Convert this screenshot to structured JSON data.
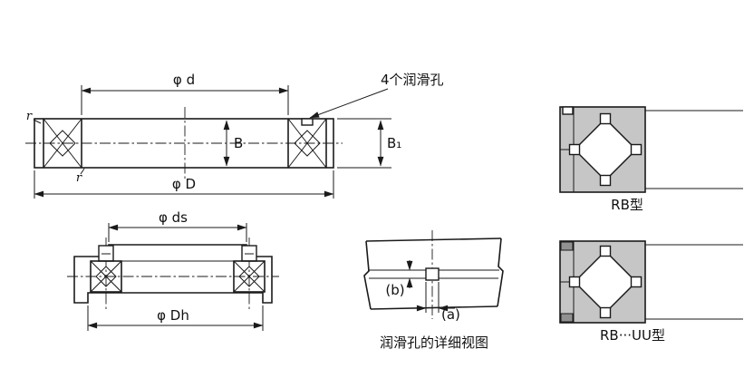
{
  "diagram": {
    "side_section": {
      "dim_d": "φ d",
      "lube_label": "4个润滑孔",
      "dim_B": "B",
      "dim_B1": "B₁",
      "dim_D": "φ D",
      "r_top": "r",
      "r_bottom": "r"
    },
    "mount_section": {
      "dim_ds": "φ ds",
      "dim_Dh": "φ Dh"
    },
    "lube_detail": {
      "dim_b": "(b)",
      "dim_a": "(a)",
      "caption": "润滑孔的详细视图"
    },
    "type_views": {
      "rb": "RB型",
      "rb_uu": "RB···UU型"
    },
    "colors": {
      "line": "#1a1a1a",
      "ring_fill": "#c6c6c6",
      "background": "#ffffff"
    }
  }
}
